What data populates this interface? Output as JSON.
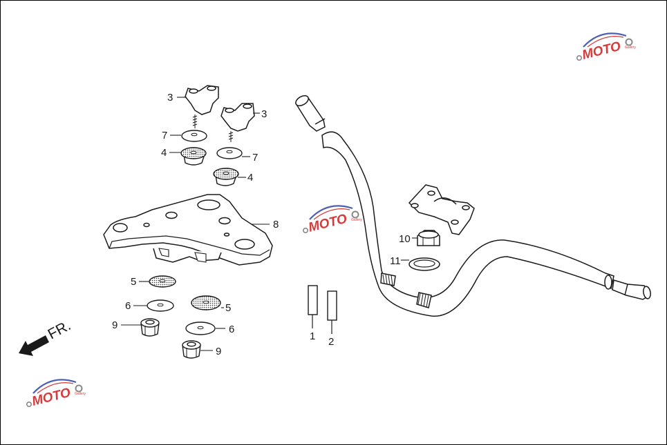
{
  "direction": {
    "text": "FR."
  },
  "callouts": {
    "c1": "1",
    "c2": "2",
    "c3a": "3",
    "c3b": "3",
    "c4a": "4",
    "c4b": "4",
    "c5a": "5",
    "c5b": "5",
    "c6a": "6",
    "c6b": "6",
    "c7a": "7",
    "c7b": "7",
    "c8": "8",
    "c9a": "9",
    "c9b": "9",
    "c10": "10",
    "c11": "11"
  },
  "watermark": {
    "brand": "MOTO",
    "sub": "Gallery"
  },
  "colors": {
    "line": "#1a1a1a",
    "part_fill": "#ffffff",
    "rubber_fill": "#d8d8d8",
    "watermark_blue": "#4c5fb0",
    "watermark_red": "#d63a3a"
  }
}
